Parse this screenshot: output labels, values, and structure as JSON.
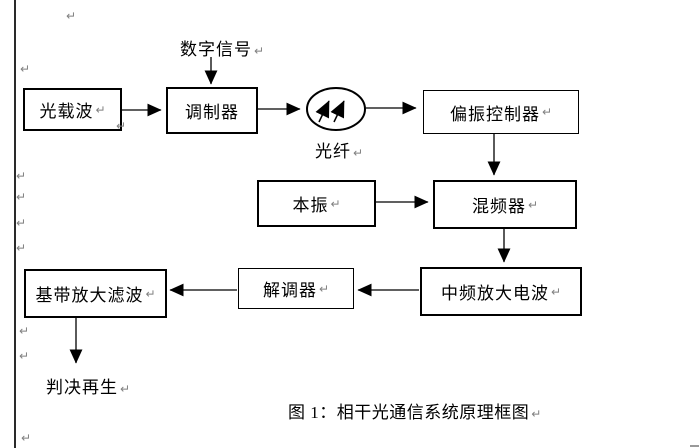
{
  "page": {
    "background": "#ffffff",
    "ink_color": "#000000",
    "mark_color": "#808080"
  },
  "pilcrow": "↵",
  "diagram": {
    "nodes": [
      {
        "id": "optical-carrier",
        "label": "光载波"
      },
      {
        "id": "modulator",
        "label": "调制器"
      },
      {
        "id": "polarization-controller",
        "label": "偏振控制器"
      },
      {
        "id": "local-oscillator",
        "label": "本振"
      },
      {
        "id": "mixer",
        "label": "混频器"
      },
      {
        "id": "if-amplifier",
        "label": "中频放大电波"
      },
      {
        "id": "demodulator",
        "label": "解调器"
      },
      {
        "id": "baseband-amp-filter",
        "label": "基带放大滤波"
      }
    ],
    "labels": {
      "digital_signal": "数字信号",
      "fiber": "光纤",
      "decision_regeneration": "判决再生"
    },
    "caption": "图 1：相干光通信系统原理框图"
  }
}
